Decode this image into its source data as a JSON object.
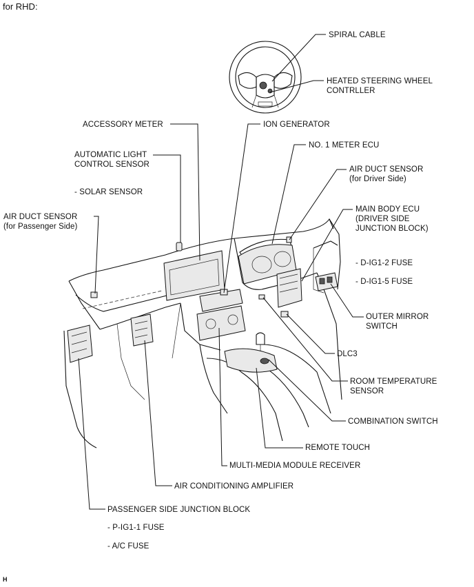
{
  "header": "for RHD:",
  "figure_code": "H",
  "labels": {
    "spiral_cable": "SPIRAL CABLE",
    "heated_steering_1": "HEATED STEERING WHEEL",
    "heated_steering_2": "CONTRLLER",
    "accessory_meter": "ACCESSORY METER",
    "ion_generator": "ION GENERATOR",
    "no1_meter_ecu": "NO. 1 METER ECU",
    "auto_light_1": "AUTOMATIC LIGHT",
    "auto_light_2": "CONTROL SENSOR",
    "solar_sensor": "- SOLAR SENSOR",
    "air_duct_driver_1": "AIR DUCT SENSOR",
    "air_duct_driver_2": "(for Driver Side)",
    "air_duct_pass_1": "AIR DUCT SENSOR",
    "air_duct_pass_2": "(for Passenger Side)",
    "main_body_ecu_1": "MAIN BODY ECU",
    "main_body_ecu_2": "(DRIVER SIDE",
    "main_body_ecu_3": "JUNCTION BLOCK)",
    "d_ig1_2": "- D-IG1-2 FUSE",
    "d_ig1_5": "- D-IG1-5 FUSE",
    "outer_mirror_1": "OUTER MIRROR",
    "outer_mirror_2": "SWITCH",
    "dlc3": "DLC3",
    "room_temp_1": "ROOM TEMPERATURE",
    "room_temp_2": "SENSOR",
    "combination_switch": "COMBINATION SWITCH",
    "remote_touch": "REMOTE TOUCH",
    "multi_media": "MULTI-MEDIA MODULE RECEIVER",
    "ac_amplifier": "AIR CONDITIONING AMPLIFIER",
    "passenger_jb": "PASSENGER SIDE JUNCTION BLOCK",
    "p_ig1_1": "- P-IG1-1 FUSE",
    "ac_fuse": "- A/C FUSE"
  }
}
